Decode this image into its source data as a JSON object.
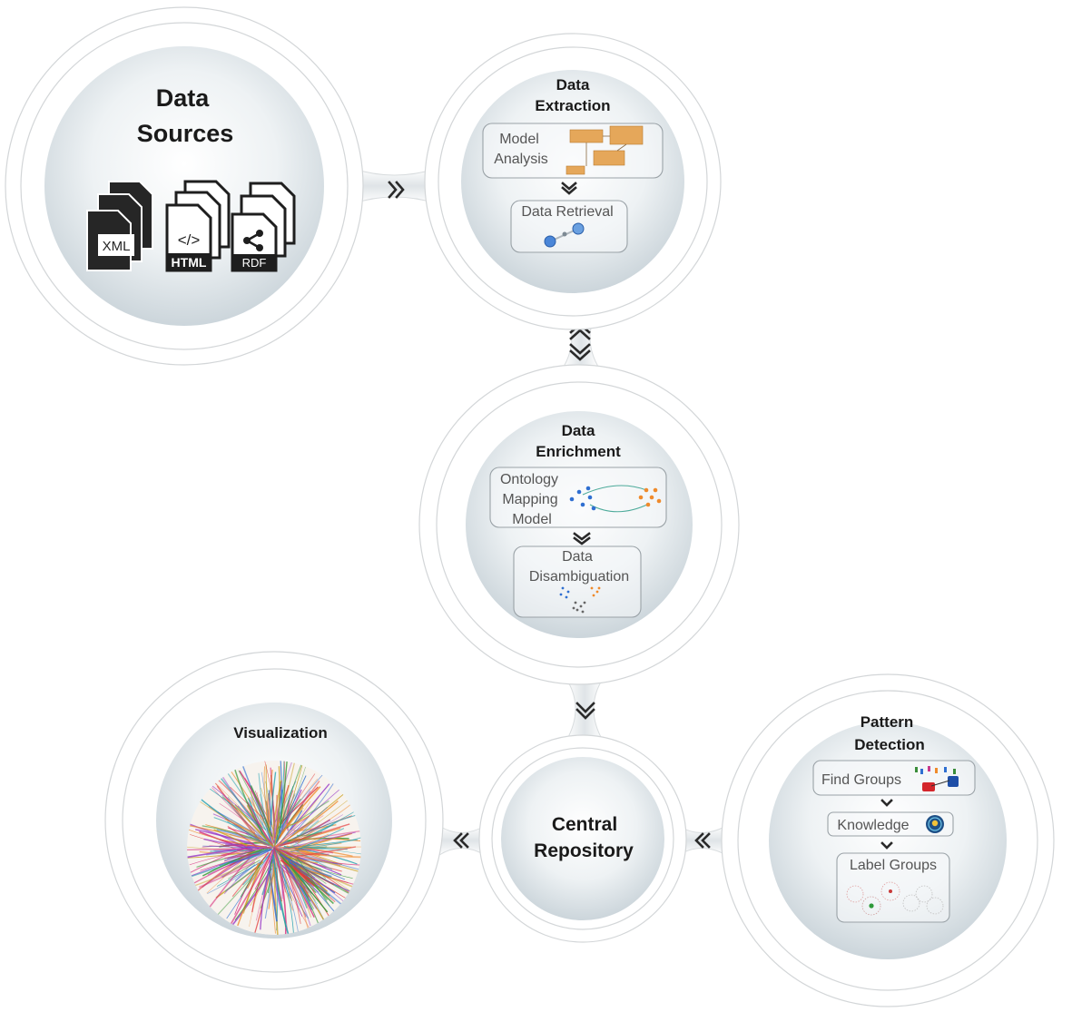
{
  "nodes": {
    "data_sources": {
      "title_line1": "Data",
      "title_line2": "Sources",
      "files": [
        "XML",
        "HTML",
        "RDF"
      ],
      "file_code_glyph": "</>"
    },
    "data_extraction": {
      "title_line1": "Data",
      "title_line2": "Extraction",
      "steps": {
        "model_analysis_line1": "Model",
        "model_analysis_line2": "Analysis",
        "data_retrieval": "Data Retrieval"
      }
    },
    "data_enrichment": {
      "title_line1": "Data",
      "title_line2": "Enrichment",
      "steps": {
        "ontology_line1": "Ontology",
        "ontology_line2": "Mapping",
        "ontology_line3": "Model",
        "disambiguation_line1": "Data",
        "disambiguation_line2": "Disambiguation"
      }
    },
    "central_repository": {
      "title_line1": "Central",
      "title_line2": "Repository"
    },
    "pattern_detection": {
      "title_line1": "Pattern",
      "title_line2": "Detection",
      "steps": {
        "find_groups": "Find Groups",
        "knowledge": "Knowledge",
        "label_groups": "Label Groups"
      }
    },
    "visualization": {
      "title": "Visualization"
    }
  },
  "colors": {
    "ring_stroke": "#d3d6d8",
    "disc_center": "#ffffff",
    "disc_edge": "#c5d0d6",
    "text": "#1a1a1a",
    "sub_text": "#555555",
    "uml_box": "#e5a75a",
    "blue_node": "#2f6fd1",
    "orange_node": "#ef8a2b"
  },
  "icons": [
    "file-stack-icon",
    "chevron-right-icon",
    "chevron-left-icon",
    "chevron-up-icon",
    "chevron-down-icon",
    "uml-diagram-icon",
    "network-graph-icon",
    "knowledge-icon",
    "radial-network-icon"
  ]
}
